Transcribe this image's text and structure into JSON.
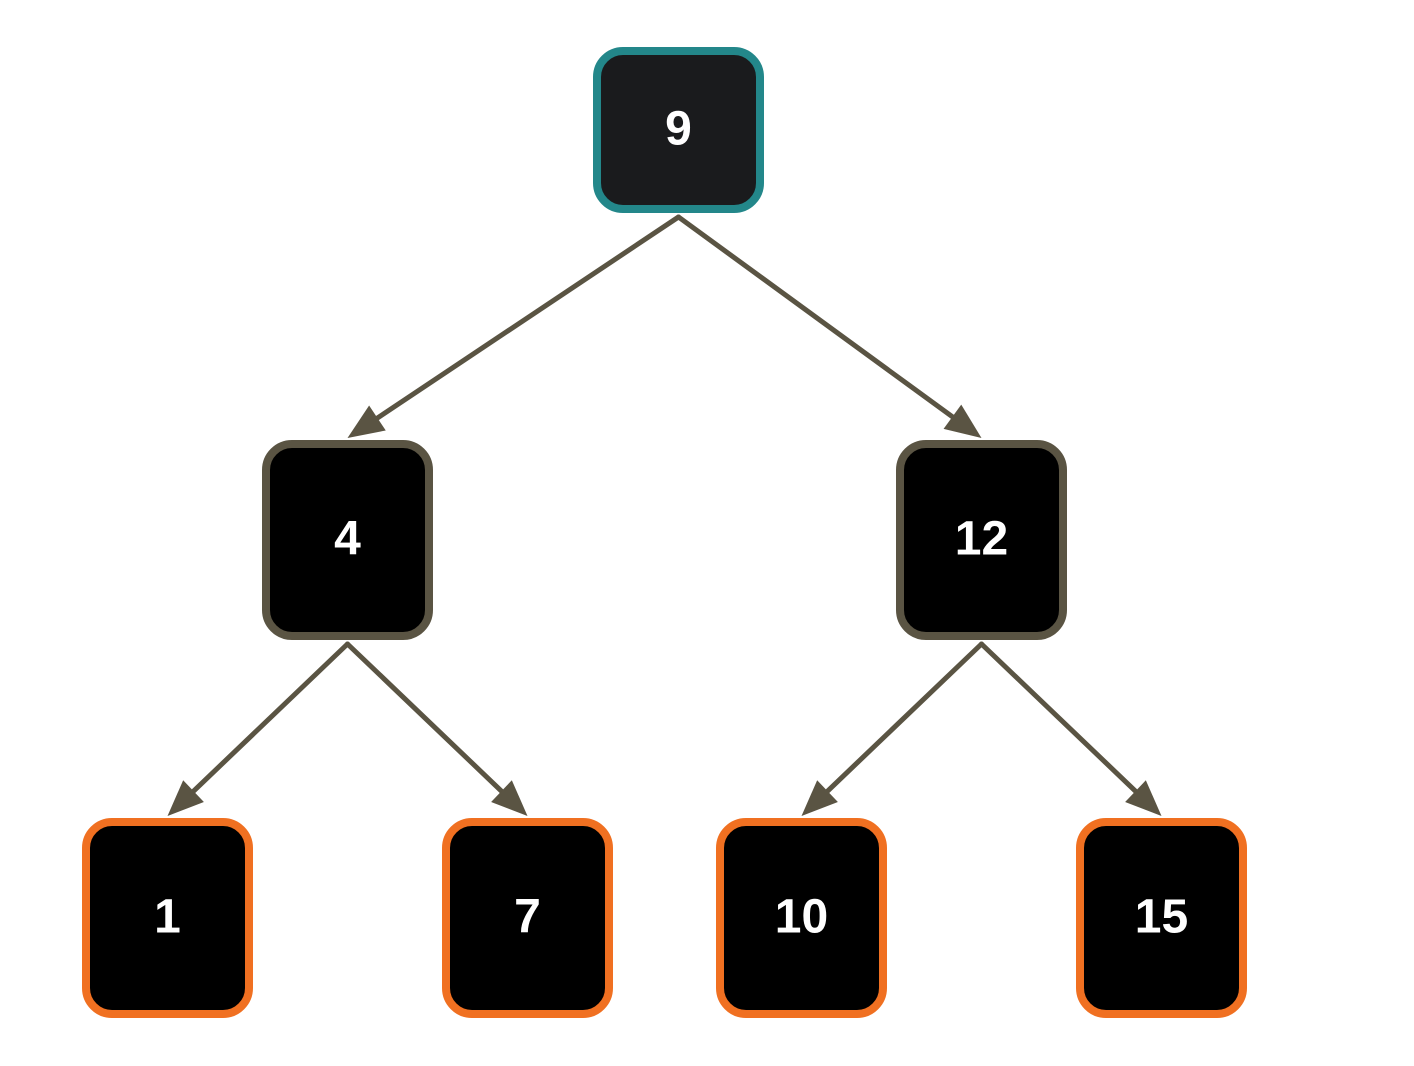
{
  "colors": {
    "background": "#ffffff",
    "node_fill": "#000000",
    "root_fill": "#1a1b1d",
    "root_border": "#23878a",
    "internal_border": "#5a5443",
    "leaf_border": "#f07021",
    "edge": "#5a5443",
    "label": "#ffffff"
  },
  "tree": {
    "nodes": [
      {
        "id": "n9",
        "label": "9",
        "role": "root"
      },
      {
        "id": "n4",
        "label": "4",
        "role": "internal"
      },
      {
        "id": "n12",
        "label": "12",
        "role": "internal"
      },
      {
        "id": "n1",
        "label": "1",
        "role": "leaf"
      },
      {
        "id": "n7",
        "label": "7",
        "role": "leaf"
      },
      {
        "id": "n10",
        "label": "10",
        "role": "leaf"
      },
      {
        "id": "n15",
        "label": "15",
        "role": "leaf"
      }
    ],
    "edges": [
      {
        "from": "n9",
        "to": "n4"
      },
      {
        "from": "n9",
        "to": "n12"
      },
      {
        "from": "n4",
        "to": "n1"
      },
      {
        "from": "n4",
        "to": "n7"
      },
      {
        "from": "n12",
        "to": "n10"
      },
      {
        "from": "n12",
        "to": "n15"
      }
    ]
  }
}
